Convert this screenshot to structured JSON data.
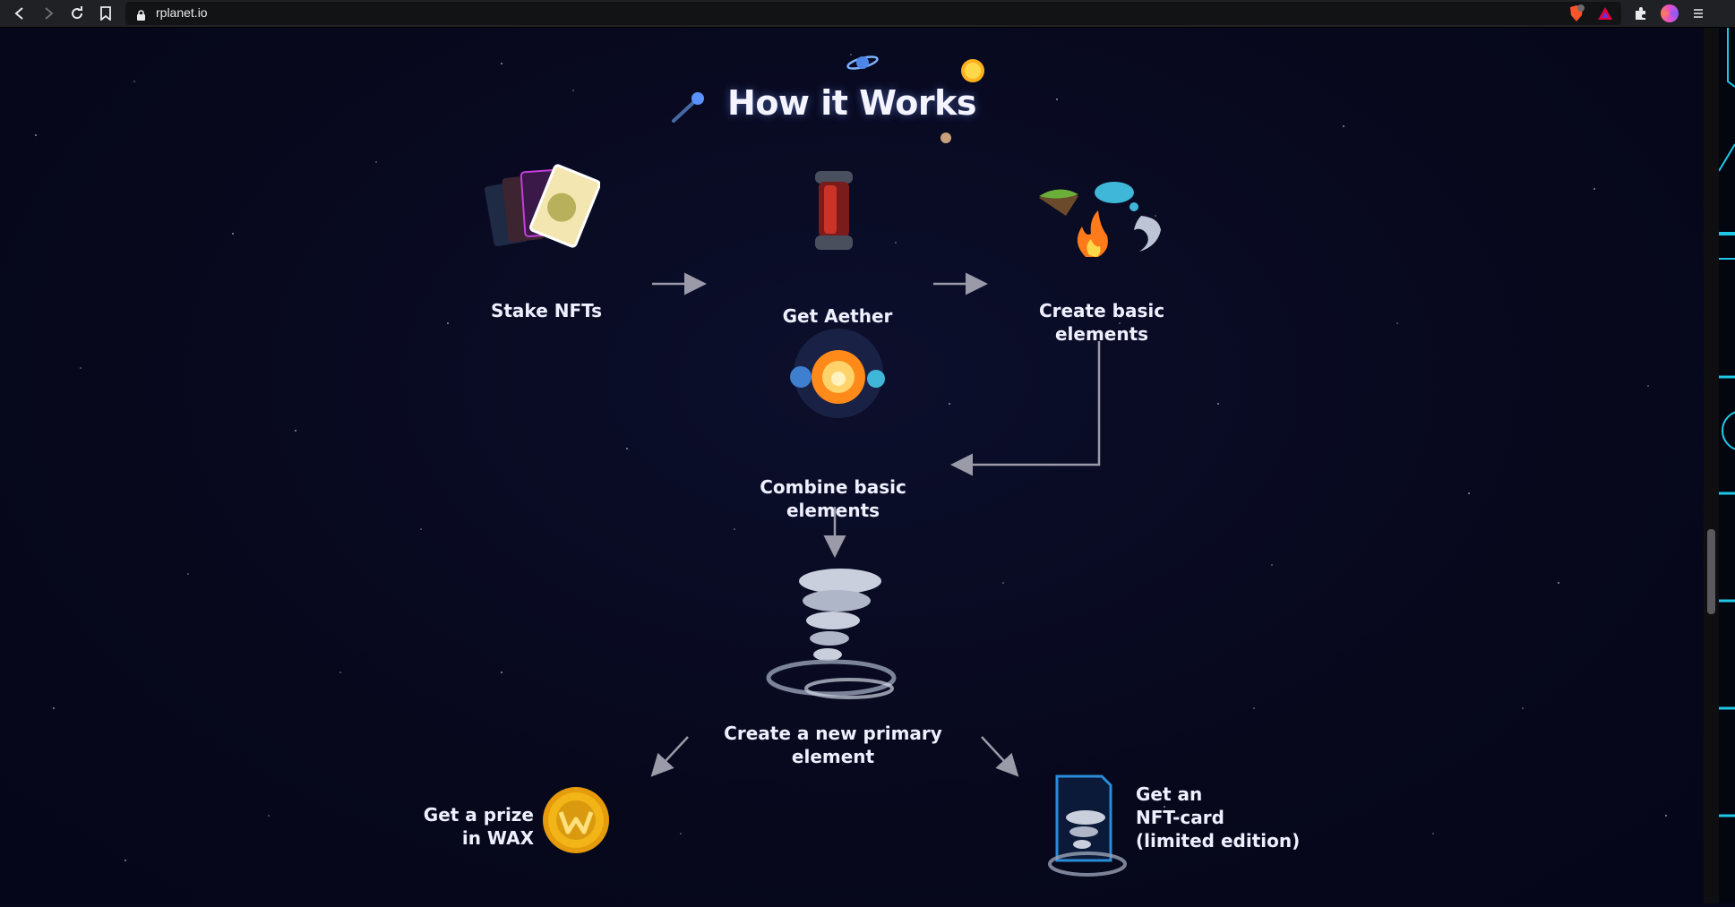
{
  "browser": {
    "url": "rplanet.io",
    "icons": [
      "back-icon",
      "forward-icon",
      "reload-icon",
      "bookmark-icon",
      "lock-icon",
      "brave-shield-icon",
      "brave-rewards-icon",
      "extensions-icon",
      "profile-avatar",
      "menu-icon"
    ],
    "shield_count": "1"
  },
  "section": {
    "title": "How it Works"
  },
  "steps": {
    "stake": "Stake NFTs",
    "aether": "Get Aether",
    "create_basic_l1": "Create basic",
    "create_basic_l2": "elements",
    "combine_l1": "Combine basic",
    "combine_l2": "elements",
    "new_primary_l1": "Create a new primary",
    "new_primary_l2": "element",
    "prize_l1": "Get a prize",
    "prize_l2": "in WAX",
    "nft_l1": "Get an",
    "nft_l2": "NFT-card",
    "nft_l3": "(limited edition)"
  },
  "colors": {
    "background": "#07081c",
    "arrow": "#9a9aa8",
    "coin": "#f2b416",
    "frame": "#2a8bd8"
  }
}
